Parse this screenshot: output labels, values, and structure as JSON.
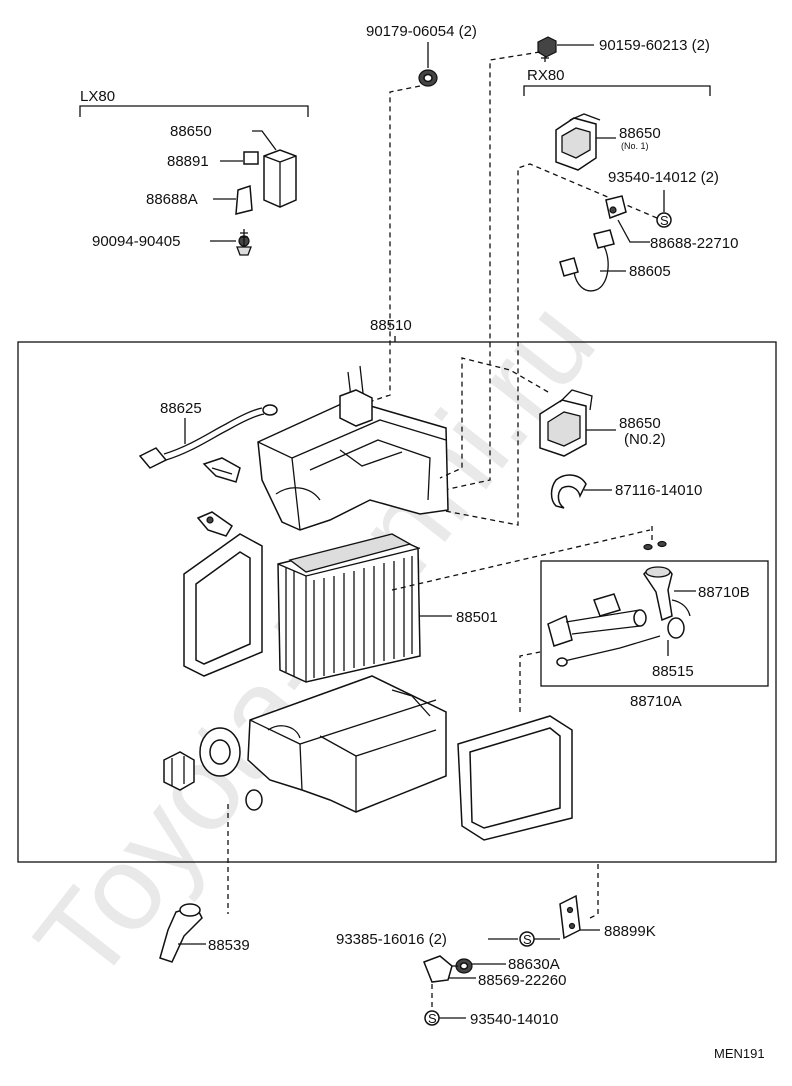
{
  "groups": {
    "lx80": "LX80",
    "rx80": "RX80"
  },
  "parts": {
    "p90179": "90179-06054 (2)",
    "p90159": "90159-60213 (2)",
    "p88650_lx": "88650",
    "p88891": "88891",
    "p88688a": "88688A",
    "p90094": "90094-90405",
    "p88650_no1": "88650",
    "p88650_no1_sub": "(No. 1)",
    "p93540_14012": "93540-14012 (2)",
    "p88688_22710": "88688-22710",
    "p88605": "88605",
    "p88510": "88510",
    "p88625": "88625",
    "p88650_no2": "88650",
    "p88650_no2_sub": "(N0.2)",
    "p87116": "87116-14010",
    "p88710b": "88710B",
    "p88501": "88501",
    "p88515": "88515",
    "p88710a": "88710A",
    "p88539": "88539",
    "p93385": "93385-16016 (2)",
    "p88899k": "88899K",
    "p88630a": "88630A",
    "p88569": "88569-22260",
    "p93540_14010": "93540-14010"
  },
  "symbols": {
    "s_mark": "S"
  },
  "watermark": "Toyota-Tanni.ru",
  "ref_code": "MEN191"
}
